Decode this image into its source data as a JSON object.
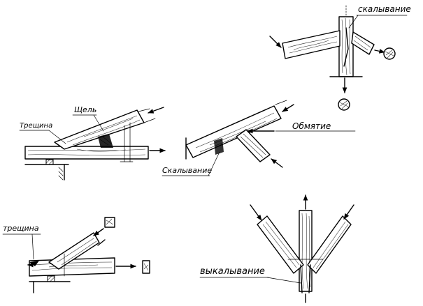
{
  "labels": {
    "top_right": "скалывание",
    "crack_left": "Трещина",
    "gap": "Щель",
    "crush": "Обмятие",
    "shear_mid": "Скалывание",
    "crack_bottom": "трещина",
    "gouge": "выкалывание"
  }
}
